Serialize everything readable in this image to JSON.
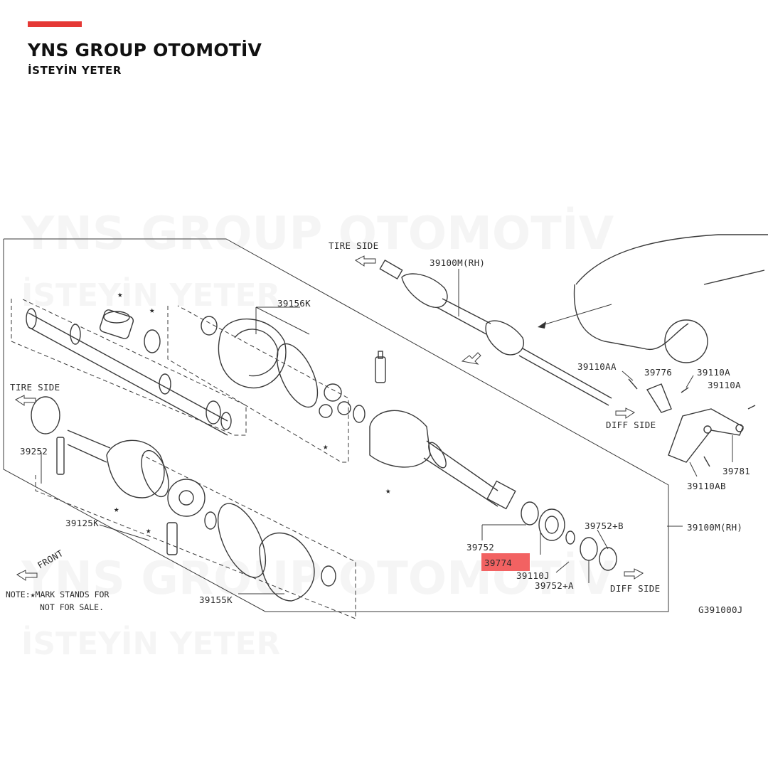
{
  "brand": {
    "title": "YNS GROUP OTOMOTİV",
    "subtitle": "İSTEYİN YETER",
    "accent_color": "#e53935"
  },
  "watermark": {
    "line1": "YNS GROUP OTOMOTİV",
    "line2": "İSTEYİN YETER"
  },
  "diagram": {
    "code": "G391000J",
    "directions": {
      "tire_side_top": "TIRE SIDE",
      "tire_side_left": "TIRE SIDE",
      "diff_side_right": "DIFF SIDE",
      "diff_side_bottom": "DIFF SIDE",
      "front": "FRONT"
    },
    "note_line1": "NOTE:★MARK STANDS FOR",
    "note_line2": "NOT FOR SALE.",
    "highlighted_part": "39774",
    "highlight_color": "#f26262",
    "parts": {
      "p39100m_top": "39100M(RH)",
      "p39100m_right": "39100M(RH)",
      "p39156k": "39156K",
      "p39110aa": "39110AA",
      "p39776": "39776",
      "p39110a_1": "39110A",
      "p39110a_2": "39110A",
      "p39781": "39781",
      "p39110ab": "39110AB",
      "p39252": "39252",
      "p39125k": "39125K",
      "p39155k": "39155K",
      "p39752": "39752",
      "p39752b": "39752+B",
      "p39110j": "39110J",
      "p39752a": "39752+A"
    }
  }
}
